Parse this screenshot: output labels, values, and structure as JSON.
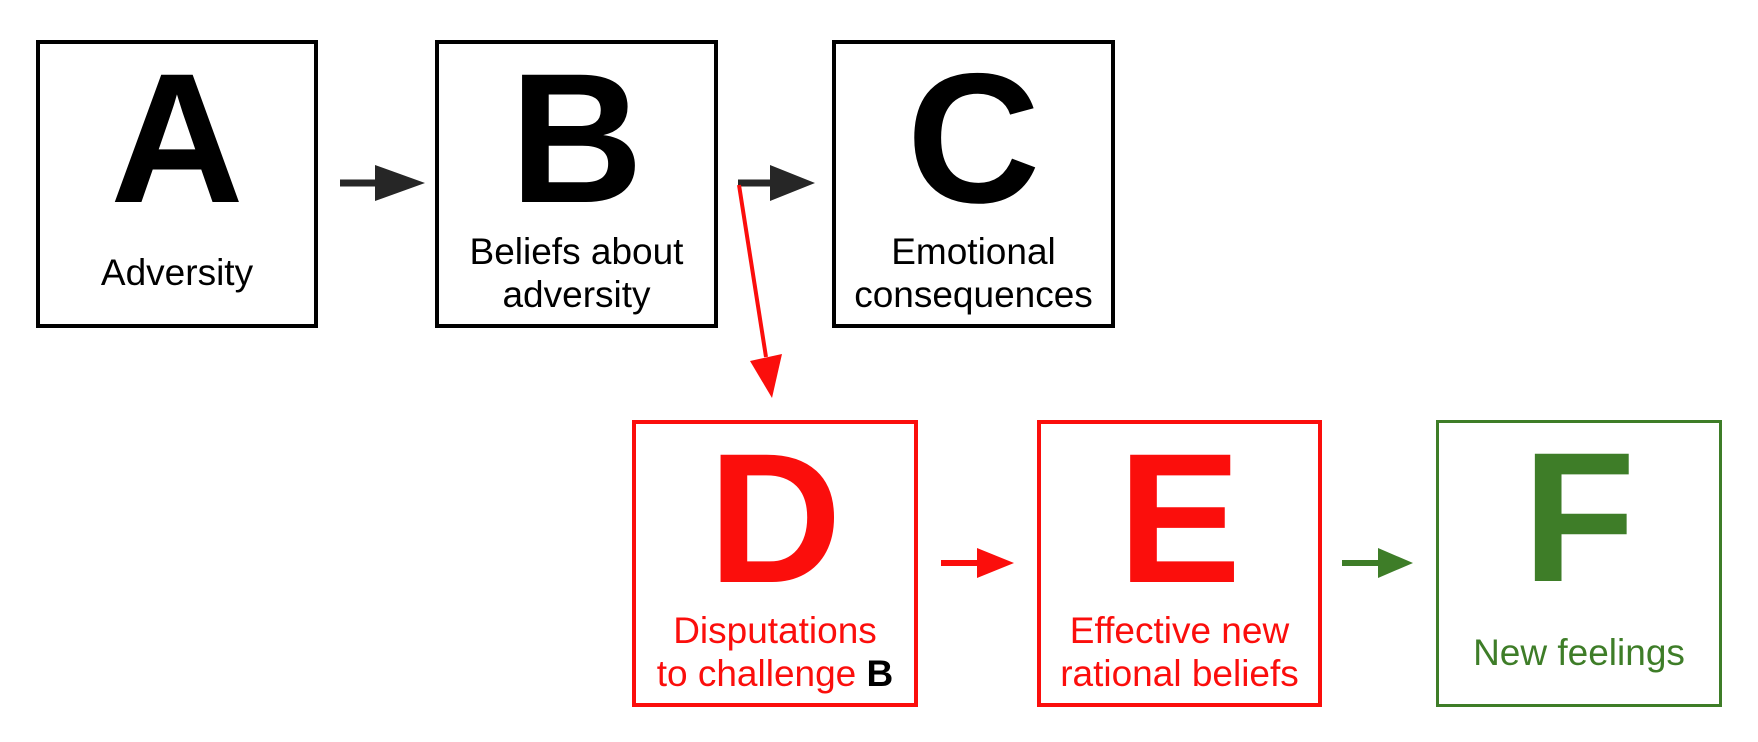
{
  "colors": {
    "ink": "#000000",
    "arrow_dark": "#262626",
    "red": "#fb0e0c",
    "green": "#3e7d28",
    "background": "#ffffff"
  },
  "boxes": {
    "a": {
      "letter": "A",
      "label": "Adversity"
    },
    "b": {
      "letter": "B",
      "label_line1": "Beliefs about",
      "label_line2": "adversity"
    },
    "c": {
      "letter": "C",
      "label_line1": "Emotional",
      "label_line2": "consequences"
    },
    "d": {
      "letter": "D",
      "label_line1": "Disputations",
      "label_line2": "to challenge ",
      "label_line2_ref": "B"
    },
    "e": {
      "letter": "E",
      "label_line1": "Effective new",
      "label_line2": "rational beliefs"
    },
    "f": {
      "letter": "F",
      "label": "New feelings"
    }
  },
  "arrows": [
    {
      "from": "A",
      "to": "B",
      "color": "#262626"
    },
    {
      "from": "B",
      "to": "C",
      "color": "#262626"
    },
    {
      "from": "B",
      "to": "D",
      "color": "#fb0e0c"
    },
    {
      "from": "D",
      "to": "E",
      "color": "#fb0e0c"
    },
    {
      "from": "E",
      "to": "F",
      "color": "#3e7d28"
    }
  ]
}
